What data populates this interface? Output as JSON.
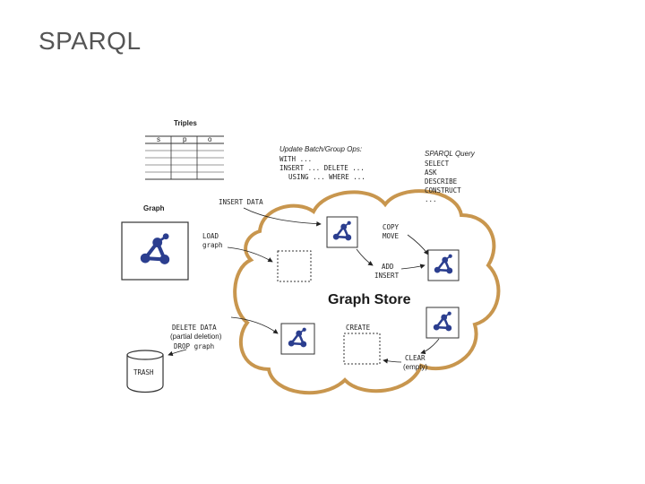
{
  "slide": {
    "title": "SPARQL"
  },
  "triples": {
    "title": "Triples",
    "columns": [
      "s",
      "p",
      "o"
    ]
  },
  "graph_label": "Graph",
  "update_ops": {
    "title": "Update Batch/Group Ops:",
    "lines": [
      "WITH ...",
      "INSERT ... DELETE ...",
      "USING ... WHERE ..."
    ]
  },
  "sparql_query": {
    "title": "SPARQL Query",
    "lines": [
      "SELECT",
      "ASK",
      "DESCRIBE",
      "CONSTRUCT",
      "..."
    ]
  },
  "ops": {
    "insert_data": "INSERT DATA",
    "load": "LOAD",
    "load_graph": "graph",
    "copy": "COPY",
    "move": "MOVE",
    "add": "ADD",
    "insert": "INSERT",
    "delete_data": "DELETE DATA",
    "partial_deletion": "(partial deletion)",
    "drop_graph": "DROP graph",
    "create": "CREATE",
    "clear": "CLEAR",
    "empty": "(empty)"
  },
  "store_label": "Graph Store",
  "trash_label": "TRASH",
  "colors": {
    "cloud": "#c8964e",
    "icon": "#2b3e8f"
  }
}
